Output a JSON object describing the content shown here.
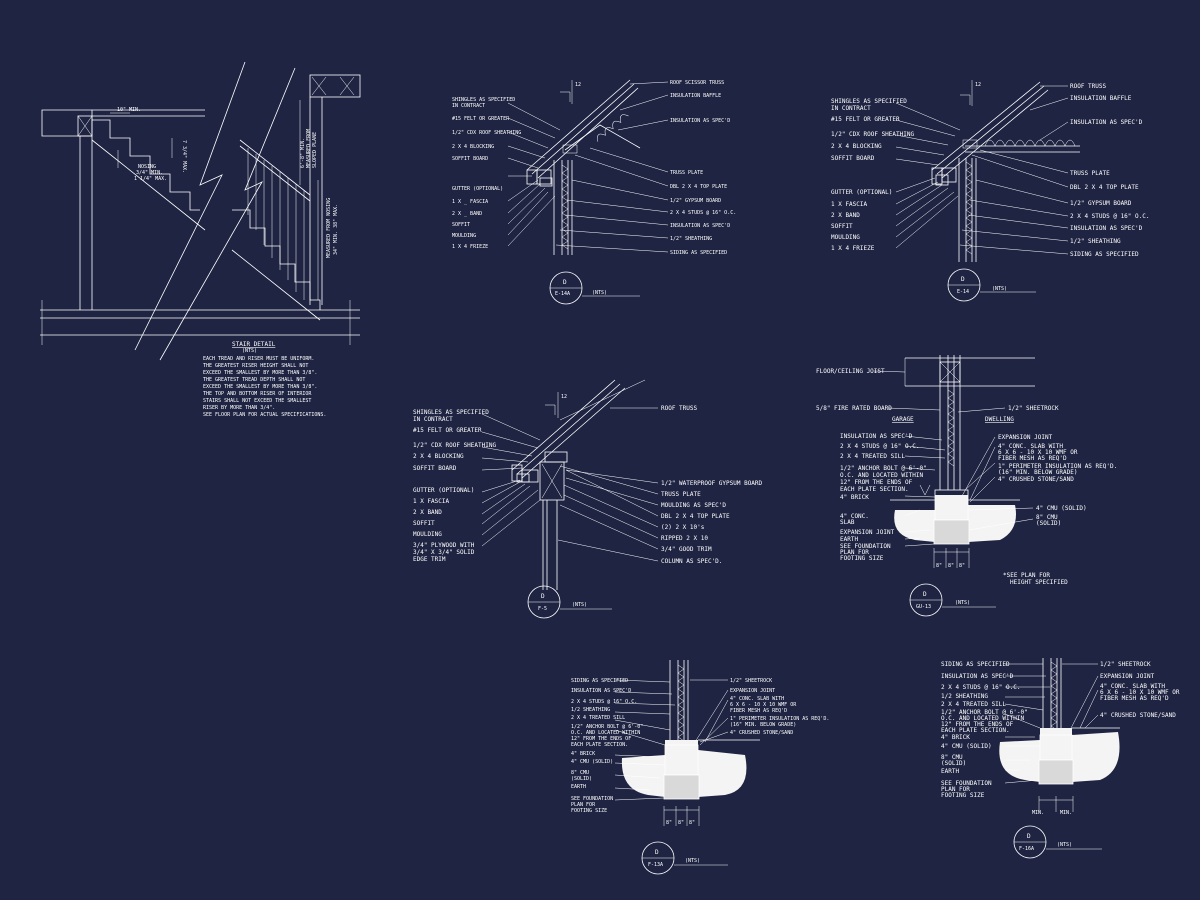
{
  "stair": {
    "title": "STAIR DETAIL",
    "scale": "(NTS)",
    "tread": "10\" MIN.",
    "nosing": [
      "NOSING",
      "3/4\" MIN.",
      "1 1/4\" MAX."
    ],
    "riser": "7 3/4\" MAX.",
    "headroom": [
      "6'-8\" MIN.",
      "MEASURED FROM",
      "SLOPED PLANE"
    ],
    "rail": [
      "MEASURED FROM NOSING",
      "34\" MIN. 38\" MAX."
    ],
    "notes": [
      "EACH TREAD AND RISER MUST BE UNIFORM.",
      "THE GREATEST RISER HEIGHT SHALL NOT",
      "EXCEED THE SMALLEST BY MORE THAN 3/8\".",
      "THE GREATEST TREAD DEPTH SHALL NOT",
      "EXCEED THE SMALLEST BY MORE THAN 3/8\".",
      "THE TOP AND BOTTOM RISER OF INTERIOR",
      "STAIRS SHALL NOT EXCEED THE SMALLEST",
      "RISER BY MORE THAN 3/4\".",
      "SEE FLOOR PLAN FOR ACTUAL SPECIFICATIONS."
    ]
  },
  "e14a": {
    "pitch": "12",
    "letter": "D",
    "code": "E-14A",
    "scale": "(NTS)",
    "left": [
      "SHINGLES AS SPECIFIED",
      "IN CONTRACT",
      "#15 FELT OR GREATER",
      "1/2\" CDX ROOF SHEATHING",
      "2 X 4 BLOCKING",
      "SOFFIT BOARD",
      "GUTTER (OPTIONAL)",
      "1 X _ FASCIA",
      "2 X _ BAND",
      "SOFFIT",
      "MOULDING",
      "1 X 4 FRIEZE"
    ],
    "right": [
      "ROOF SCISSOR TRUSS",
      "INSULATION BAFFLE",
      "INSULATION AS SPEC'D",
      "TRUSS PLATE",
      "DBL 2 X 4 TOP PLATE",
      "1/2\" GYPSUM BOARD",
      "2 X 4 STUDS @ 16\" O.C.",
      "INSULATION AS SPEC'D",
      "1/2\" SHEATHING",
      "SIDING AS SPECIFIED"
    ]
  },
  "e14": {
    "pitch": "12",
    "letter": "D",
    "code": "E-14",
    "scale": "(NTS)",
    "left": [
      "SHINGLES AS SPECIFIED",
      "IN CONTRACT",
      "#15 FELT OR GREATER",
      "1/2\" CDX ROOF SHEATHING",
      "2 X 4 BLOCKING",
      "SOFFIT BOARD",
      "GUTTER (OPTIONAL)",
      "1 X  FASCIA",
      "2 X  BAND",
      "SOFFIT",
      "MOULDING",
      "1 X 4 FRIEZE"
    ],
    "right": [
      "ROOF TRUSS",
      "INSULATION BAFFLE",
      "INSULATION AS SPEC'D",
      "TRUSS PLATE",
      "DBL 2 X 4 TOP PLATE",
      "1/2\" GYPSUM BOARD",
      "2 X 4 STUDS @ 16\" O.C.",
      "INSULATION AS SPEC'D",
      "1/2\" SHEATHING",
      "SIDING AS SPECIFIED"
    ]
  },
  "f5": {
    "pitch": "12",
    "letter": "D",
    "code": "F-5",
    "scale": "(NTS)",
    "left": [
      "SHINGLES AS SPECIFIED",
      "IN CONTRACT",
      "#15 FELT OR GREATER",
      "1/2\" CDX ROOF SHEATHING",
      "2 X 4 BLOCKING",
      "SOFFIT BOARD",
      "GUTTER (OPTIONAL)",
      "1 X  FASCIA",
      "2 X  BAND",
      "SOFFIT",
      "MOULDING",
      "3/4\" PLYWOOD WITH",
      "3/4\" X 3/4\" SOLID",
      "EDGE TRIM"
    ],
    "right": [
      "ROOF TRUSS",
      "1/2\" WATERPROOF GYPSUM BOARD",
      "TRUSS PLATE",
      "MOULDING AS SPEC'D",
      "DBL 2 X 4 TOP PLATE",
      "(2) 2 X 10's",
      "RIPPED 2 X 10",
      "3/4\" GOOD TRIM",
      "COLUMN AS SPEC'D."
    ]
  },
  "gu13": {
    "letter": "D",
    "code": "GU-13",
    "scale": "(NTS)",
    "garage": "GARAGE",
    "dwelling": "DWELLING",
    "left": [
      "FLOOR/CEILING JOIST",
      "5/8\" FIRE RATED BOARD",
      "INSULATION AS SPEC'D",
      "2 X 4 STUDS @ 16\" O.C.",
      "2 X 4 TREATED SILL",
      "1/2\" ANCHOR BOLT @ 6'-0\"",
      "O.C. AND LOCATED WITHIN",
      "12\" FROM THE ENDS OF",
      "EACH PLATE SECTION.",
      "4\" BRICK",
      "4\" CONC.",
      "SLAB",
      "EXPANSION JOINT",
      "EARTH",
      "SEE FOUNDATION",
      "PLAN FOR",
      "FOOTING SIZE"
    ],
    "right": [
      "1/2\" SHEETROCK",
      "EXPANSION JOINT",
      "4\" CONC. SLAB WITH",
      "6 X 6 - 10 X 10 WMF OR",
      "FIBER MESH AS REQ'D",
      "1\" PERIMETER INSULATION AS REQ'D.",
      "(16\" MIN. BELOW GRADE)",
      "4\" CRUSHED STONE/SAND",
      "4\" CMU (SOLID)",
      "8\" CMU",
      "(SOLID)"
    ],
    "dims": [
      "8\"",
      "8\"",
      "8\""
    ],
    "note": [
      "*SEE PLAN FOR",
      "HEIGHT SPECIFIED"
    ]
  },
  "f13a": {
    "letter": "D",
    "code": "F-13A",
    "scale": "(NTS)",
    "left": [
      "SIDING AS SPECIFIED",
      "INSULATION AS SPEC'D",
      "2 X 4 STUDS @ 16\" O.C.",
      "1/2 SHEATHING",
      "2 X 4 TREATED SILL",
      "1/2\" ANCHOR BOLT @ 6'-0\"",
      "O.C. AND LOCATED WITHIN",
      "12\" FROM THE ENDS OF",
      "EACH PLATE SECTION.",
      "4\" BRICK",
      "4\" CMU (SOLID)",
      "8\" CMU",
      "(SOLID)",
      "EARTH",
      "SEE FOUNDATION",
      "PLAN FOR",
      "FOOTING SIZE"
    ],
    "right": [
      "1/2\" SHEETROCK",
      "EXPANSION JOINT",
      "4\" CONC. SLAB WITH",
      "6 X 6 - 10 X 10 WMF OR",
      "FIBER MESH AS REQ'D",
      "1\" PERIMETER INSULATION AS REQ'D.",
      "(16\" MIN. BELOW GRADE)",
      "4\" CRUSHED STONE/SAND"
    ],
    "dims": [
      "8\"",
      "8\"",
      "8\""
    ]
  },
  "f16a": {
    "letter": "D",
    "code": "F-16A",
    "scale": "(NTS)",
    "left": [
      "SIDING AS SPECIFIED",
      "INSULATION AS SPEC'D",
      "2 X 4 STUDS @ 16\" O.C.",
      "1/2 SHEATHING",
      "2 X 4 TREATED SILL",
      "1/2\" ANCHOR BOLT @ 6'-0\"",
      "O.C. AND LOCATED WITHIN",
      "12\" FROM THE ENDS OF",
      "EACH PLATE SECTION.",
      "4\" BRICK",
      "4\" CMU (SOLID)",
      "8\" CMU",
      "(SOLID)",
      "EARTH",
      "SEE FOUNDATION",
      "PLAN FOR",
      "FOOTING SIZE"
    ],
    "right": [
      "1/2\" SHEETROCK",
      "EXPANSION JOINT",
      "4\" CONC. SLAB WITH",
      "6 X 6 - 10 X 10 WMF OR",
      "FIBER MESH AS REQ'D",
      "4\" CRUSHED STONE/SAND"
    ],
    "dims": [
      "MIN.",
      "MIN."
    ]
  }
}
